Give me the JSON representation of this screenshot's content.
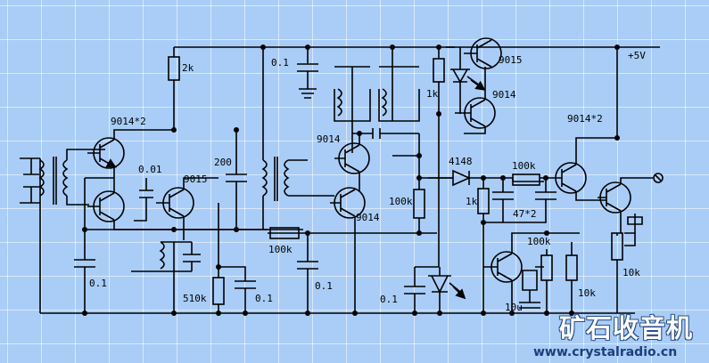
{
  "schematic": {
    "labels": {
      "vcc": "+5V",
      "cap_top": "0.1",
      "res_2k": "2k",
      "q_pair_left": "9014*2",
      "q_pair_right": "9014*2",
      "cap_001": "0.01",
      "q_9015_mid": "9015",
      "cap_200": "200",
      "q_9014_a": "9014",
      "q_9014_b": "9014",
      "res_1k_a": "1k",
      "q_9015_top": "9015",
      "q_9014_top": "9014",
      "diode": "4148",
      "res_100k_a": "100k",
      "res_1k_b": "1k",
      "cap_47": "47*2",
      "res_100k_b": "100k",
      "res_100k_c": "100k",
      "res_100k_d": "100k",
      "res_10k_a": "10k",
      "res_10k_b": "10k",
      "cap_10u": "10u",
      "res_510k": "510k",
      "cap_bl": "0.1",
      "cap_b2": "0.1",
      "cap_b3": "0.1",
      "cap_b4": "0.1"
    },
    "colors": {
      "background": "#a9cdf7",
      "wire": "#000000"
    }
  },
  "watermark": {
    "brand": "矿石收音机",
    "site": "www.crystalradio.cn"
  }
}
